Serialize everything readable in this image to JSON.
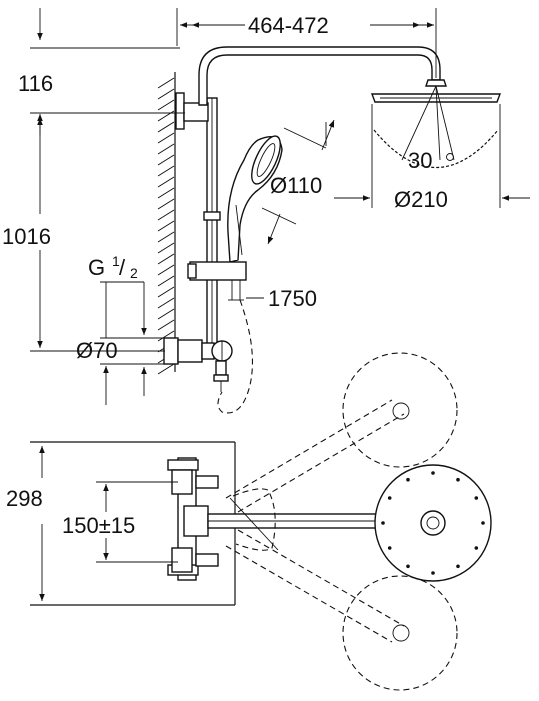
{
  "dimensions": {
    "arm_reach": "464-472",
    "top_offset": "116",
    "height_mixer": "1016",
    "thread": "G",
    "thread_num": "1",
    "thread_den": "2",
    "diameter_mixer": "Ø70",
    "slide_length": "1750",
    "hand_shower_diameter": "Ø110",
    "head_shower_diameter": "Ø210",
    "tilt_angle": "30",
    "tilt_unit": "°",
    "plan_depth": "298",
    "centre_distance": "150±15"
  },
  "colors": {
    "line": "#111111",
    "background": "#ffffff"
  }
}
